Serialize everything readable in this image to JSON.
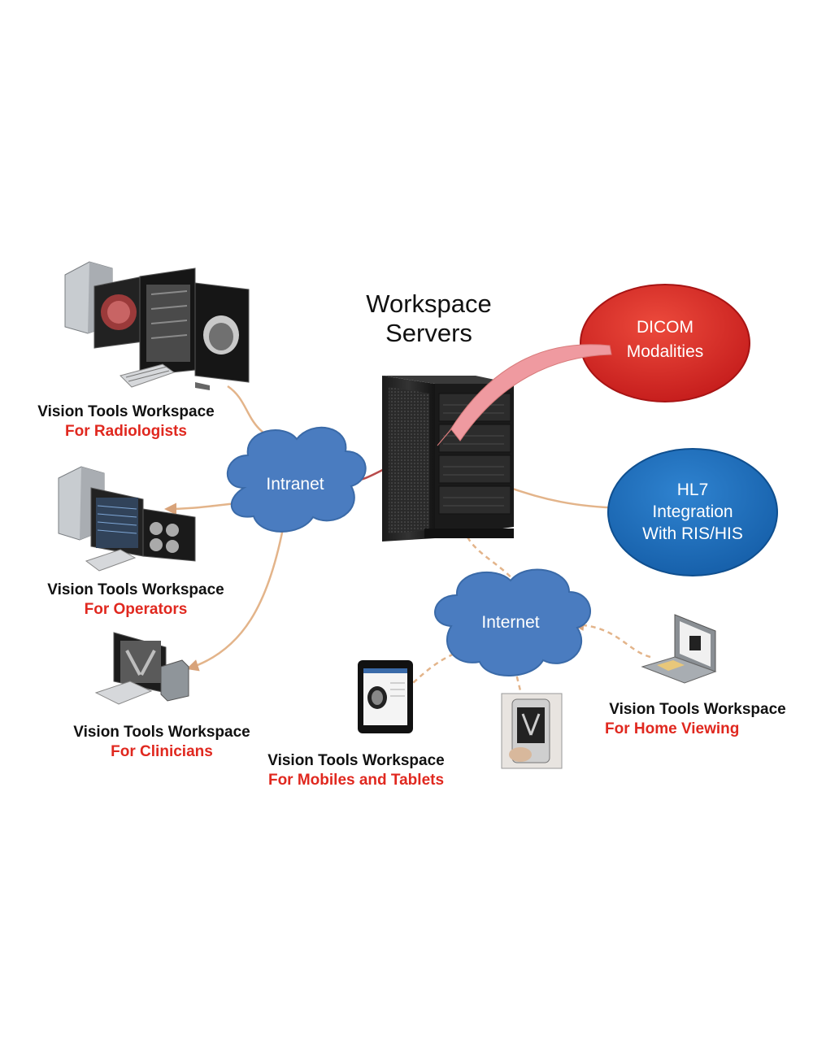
{
  "header": {
    "line1": "Workspace",
    "line2": "Servers"
  },
  "nodes": {
    "dicom": {
      "line1": "DICOM",
      "line2": "Modalities"
    },
    "hl7": {
      "line1": "HL7",
      "line2": "Integration",
      "line3": "With RIS/HIS"
    },
    "intranet": "Intranet",
    "internet": "Internet"
  },
  "labels": {
    "radiologists": {
      "title": "Vision Tools Workspace",
      "sub": "For Radiologists"
    },
    "operators": {
      "title": "Vision Tools Workspace",
      "sub": "For Operators"
    },
    "clinicians": {
      "title": "Vision Tools Workspace",
      "sub": "For Clinicians"
    },
    "mobiles": {
      "title": "Vision Tools Workspace",
      "sub": "For Mobiles and Tablets"
    },
    "home": {
      "title": "Vision Tools Workspace",
      "sub": "For Home Viewing"
    }
  },
  "colors": {
    "cloud": "#4a7cc0",
    "dicom_red": "#d42a2a",
    "hl7_blue": "#1e6fbf",
    "connector": "#e3b48a",
    "subtitle_red": "#e0281f"
  },
  "icons": [
    "radiology-workstation-icon",
    "operator-workstation-icon",
    "clinician-workstation-icon",
    "server-rack-icon",
    "tablet-icon",
    "smartphone-icon",
    "laptop-icon"
  ]
}
